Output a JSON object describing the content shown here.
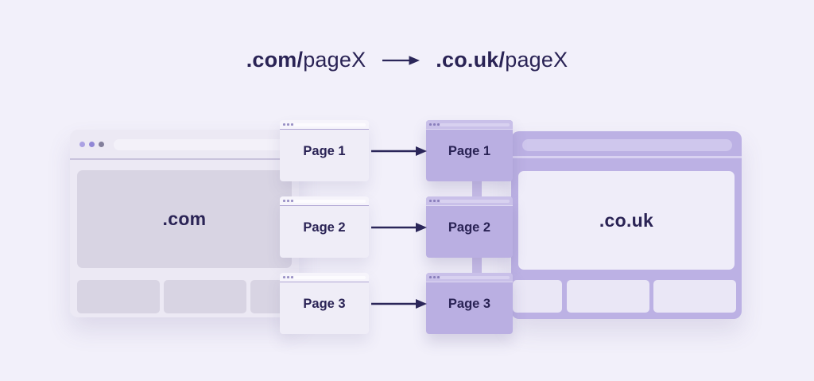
{
  "header": {
    "from_domain_bold": ".com/",
    "from_page": "pageX",
    "arrow_icon": "arrow-right-icon",
    "to_domain_bold": ".co.uk/",
    "to_page": "pageX"
  },
  "source_site": {
    "label": ".com",
    "window_controls_icon": "traffic-dots-icon",
    "pages": [
      "Page 1",
      "Page 2",
      "Page 3"
    ]
  },
  "target_site": {
    "label": ".co.uk",
    "pages": [
      "Page 1",
      "Page 2",
      "Page 3"
    ]
  },
  "mapping": [
    {
      "from": "Page 1",
      "to": "Page 1"
    },
    {
      "from": "Page 2",
      "to": "Page 2"
    },
    {
      "from": "Page 3",
      "to": "Page 3"
    }
  ],
  "colors": {
    "bg": "#F2F0FA",
    "ink": "#2A2355",
    "arrow": "#2B2659",
    "win_light": "#ECE9F4",
    "panel_dark": "#D8D4E3",
    "addr_light": "#F3F1F9",
    "divider_light": "#C9C3DC",
    "card_light": "#EFEDF7",
    "card_light_bar": "#F6F4FB",
    "card_light_line": "#FCFBFE",
    "card_light_edge": "#AFA5D3",
    "card_purple": "#BAAFE2",
    "card_purple_bar": "#C9C0E9",
    "card_purple_line": "#D8D1F0",
    "connector": "#C9BFE9",
    "win_purple": "#BCB1E4",
    "pill_purple": "#CFC7ED",
    "strip_light": "#DED8F3",
    "panel_light": "#EFEDF9",
    "card_bottom_right": "#EAE7F6",
    "dot1": "#ABA1E3",
    "dot2": "#9187D6",
    "dot3": "#837F9B",
    "mini_dot_light": "#9A91C5",
    "mini_dot_purple": "#8A7FBC"
  }
}
